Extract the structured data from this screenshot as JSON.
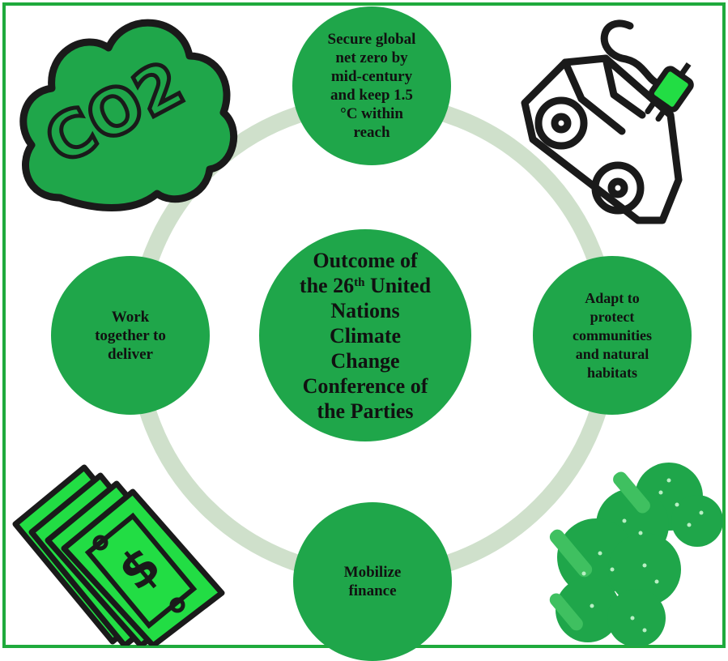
{
  "diagram": {
    "center": {
      "line1": "Outcome of",
      "line2_pre": "the 26",
      "line2_sup": "th",
      "line2_post": " United",
      "rest": "Nations\nClimate\nChange\nConference of\nthe Parties"
    },
    "goals": {
      "top": "Secure global\nnet zero by\nmid-century\nand keep 1.5\n°C within\nreach",
      "right": "Adapt to\nprotect\ncommunities\nand natural\nhabitats",
      "bottom": "Mobilize\nfinance",
      "left": "Work\ntogether to\ndeliver"
    },
    "co2_icon_label": "CO2"
  },
  "colors": {
    "node_green": "#1fa64a",
    "ring": "#cfe0cb",
    "frame": "#1faa3c",
    "bright_green": "#22dd44"
  },
  "icons": [
    "co2-cloud-icon",
    "electric-car-icon",
    "money-stack-icon",
    "broccoli-icon"
  ]
}
